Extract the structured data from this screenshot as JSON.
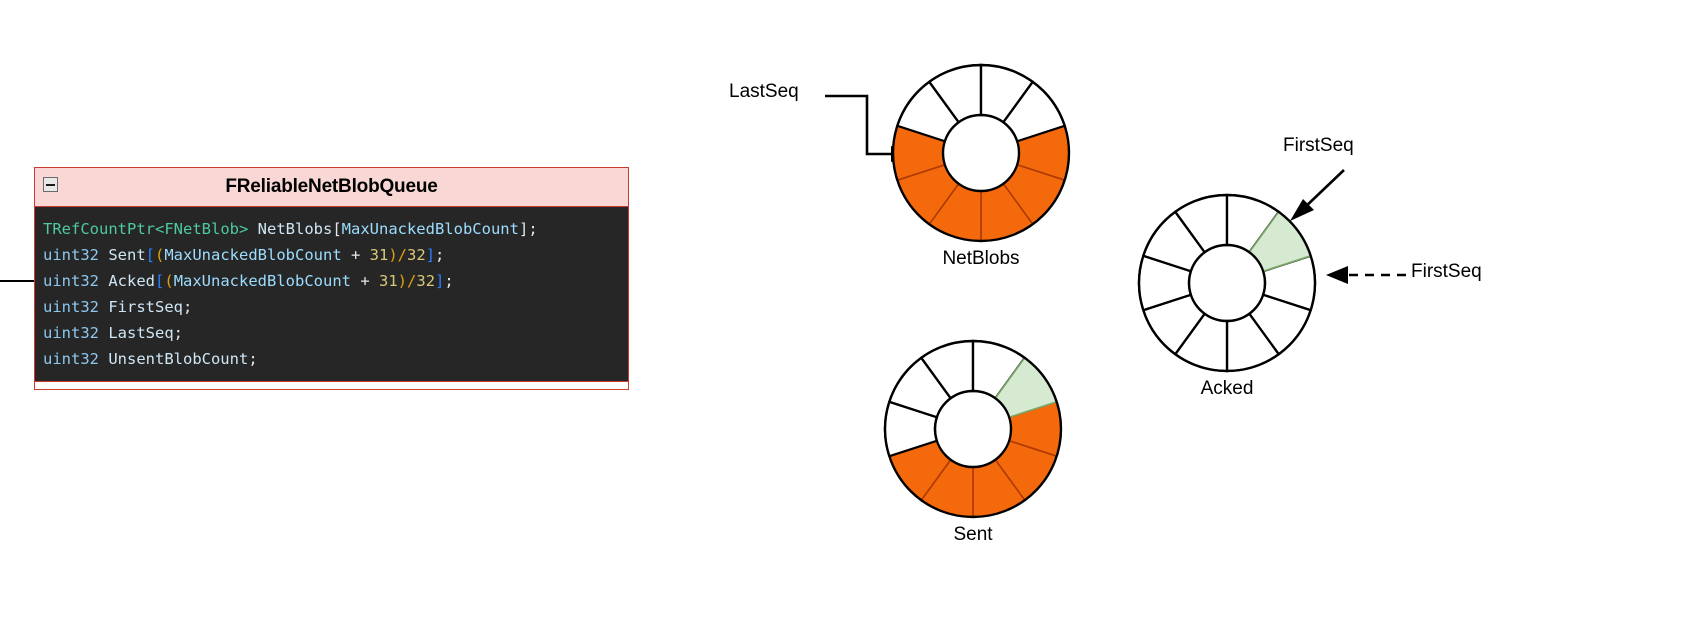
{
  "uml": {
    "collapse_icon": "minus-box-icon",
    "title": "FReliableNetBlobQueue",
    "header_bg": "#f8d7d5",
    "border_color": "#cc3b30",
    "code_bg": "#262626",
    "lines": [
      {
        "id": "line-netblobs",
        "tokens": [
          {
            "text": "TRefCountPtr",
            "cls": "tok-type"
          },
          {
            "text": "<",
            "cls": "tok-type"
          },
          {
            "text": "FNetBlob",
            "cls": "tok-type"
          },
          {
            "text": "> ",
            "cls": "tok-type"
          },
          {
            "text": "NetBlobs",
            "cls": "tok-var"
          },
          {
            "text": "[",
            "cls": "tok-white"
          },
          {
            "text": "MaxUnackedBlobCount",
            "cls": "tok-id"
          },
          {
            "text": "]",
            "cls": "tok-white"
          },
          {
            "text": ";",
            "cls": "tok-white"
          }
        ]
      },
      {
        "id": "line-sent",
        "tokens": [
          {
            "text": "uint32 ",
            "cls": "tok-kw"
          },
          {
            "text": "Sent",
            "cls": "tok-var"
          },
          {
            "text": "[",
            "cls": "tok-brk-blue"
          },
          {
            "text": "(",
            "cls": "tok-brk-gold"
          },
          {
            "text": "MaxUnackedBlobCount",
            "cls": "tok-id"
          },
          {
            "text": " + ",
            "cls": "tok-white"
          },
          {
            "text": "31",
            "cls": "tok-num"
          },
          {
            "text": ")",
            "cls": "tok-brk-gold"
          },
          {
            "text": "/",
            "cls": "tok-brk-gold"
          },
          {
            "text": "32",
            "cls": "tok-num"
          },
          {
            "text": "]",
            "cls": "tok-brk-blue"
          },
          {
            "text": ";",
            "cls": "tok-white"
          }
        ]
      },
      {
        "id": "line-acked",
        "tokens": [
          {
            "text": "uint32 ",
            "cls": "tok-kw"
          },
          {
            "text": "Acked",
            "cls": "tok-var"
          },
          {
            "text": "[",
            "cls": "tok-brk-blue"
          },
          {
            "text": "(",
            "cls": "tok-brk-gold"
          },
          {
            "text": "MaxUnackedBlobCount",
            "cls": "tok-id"
          },
          {
            "text": " + ",
            "cls": "tok-white"
          },
          {
            "text": "31",
            "cls": "tok-num"
          },
          {
            "text": ")",
            "cls": "tok-brk-gold"
          },
          {
            "text": "/",
            "cls": "tok-brk-gold"
          },
          {
            "text": "32",
            "cls": "tok-num"
          },
          {
            "text": "]",
            "cls": "tok-brk-blue"
          },
          {
            "text": ";",
            "cls": "tok-white"
          }
        ]
      },
      {
        "id": "line-firstseq",
        "tokens": [
          {
            "text": "uint32 ",
            "cls": "tok-kw"
          },
          {
            "text": "FirstSeq",
            "cls": "tok-var"
          },
          {
            "text": ";",
            "cls": "tok-white"
          }
        ]
      },
      {
        "id": "line-lastseq",
        "tokens": [
          {
            "text": "uint32 ",
            "cls": "tok-kw"
          },
          {
            "text": "LastSeq",
            "cls": "tok-var"
          },
          {
            "text": ";",
            "cls": "tok-white"
          }
        ]
      },
      {
        "id": "line-unsentblobcount",
        "tokens": [
          {
            "text": "uint32 ",
            "cls": "tok-kw"
          },
          {
            "text": "UnsentBlobCount",
            "cls": "tok-var"
          },
          {
            "text": ";",
            "cls": "tok-white"
          }
        ]
      }
    ]
  },
  "colors": {
    "orange": "#f4690b",
    "orange_stroke": "#b03a00",
    "green": "#d6ead1",
    "green_stroke": "#7ba86b",
    "empty": "#ffffff",
    "stroke": "#000000"
  },
  "annotations": {
    "last_seq": "LastSeq",
    "first_seq_top": "FirstSeq",
    "first_seq_right": "FirstSeq"
  },
  "chart_data": [
    {
      "id": "netblobs",
      "type": "pie",
      "title": "NetBlobs",
      "segments": 10,
      "start_angle_deg": -18,
      "inner_radius": 38,
      "outer_radius": 88,
      "values": [
        {
          "index": 0,
          "state": "filled"
        },
        {
          "index": 1,
          "state": "filled"
        },
        {
          "index": 2,
          "state": "filled"
        },
        {
          "index": 3,
          "state": "filled"
        },
        {
          "index": 4,
          "state": "filled"
        },
        {
          "index": 5,
          "state": "filled"
        },
        {
          "index": 6,
          "state": "empty"
        },
        {
          "index": 7,
          "state": "empty"
        },
        {
          "index": 8,
          "state": "empty"
        },
        {
          "index": 9,
          "state": "empty"
        }
      ],
      "legend": {
        "filled": "orange",
        "empty": "white"
      }
    },
    {
      "id": "sent",
      "type": "pie",
      "title": "Sent",
      "segments": 10,
      "start_angle_deg": -18,
      "inner_radius": 38,
      "outer_radius": 88,
      "values": [
        {
          "index": 0,
          "state": "filled"
        },
        {
          "index": 1,
          "state": "filled"
        },
        {
          "index": 2,
          "state": "filled"
        },
        {
          "index": 3,
          "state": "filled"
        },
        {
          "index": 4,
          "state": "filled"
        },
        {
          "index": 5,
          "state": "empty"
        },
        {
          "index": 6,
          "state": "empty"
        },
        {
          "index": 7,
          "state": "empty"
        },
        {
          "index": 8,
          "state": "empty"
        },
        {
          "index": 9,
          "state": "current"
        }
      ],
      "legend": {
        "filled": "orange",
        "empty": "white",
        "current": "green"
      }
    },
    {
      "id": "acked",
      "type": "pie",
      "title": "Acked",
      "segments": 10,
      "start_angle_deg": -18,
      "inner_radius": 38,
      "outer_radius": 88,
      "values": [
        {
          "index": 0,
          "state": "empty"
        },
        {
          "index": 1,
          "state": "empty"
        },
        {
          "index": 2,
          "state": "empty"
        },
        {
          "index": 3,
          "state": "empty"
        },
        {
          "index": 4,
          "state": "empty"
        },
        {
          "index": 5,
          "state": "empty"
        },
        {
          "index": 6,
          "state": "empty"
        },
        {
          "index": 7,
          "state": "empty"
        },
        {
          "index": 8,
          "state": "empty"
        },
        {
          "index": 9,
          "state": "current"
        }
      ],
      "legend": {
        "empty": "white",
        "current": "green"
      }
    }
  ]
}
